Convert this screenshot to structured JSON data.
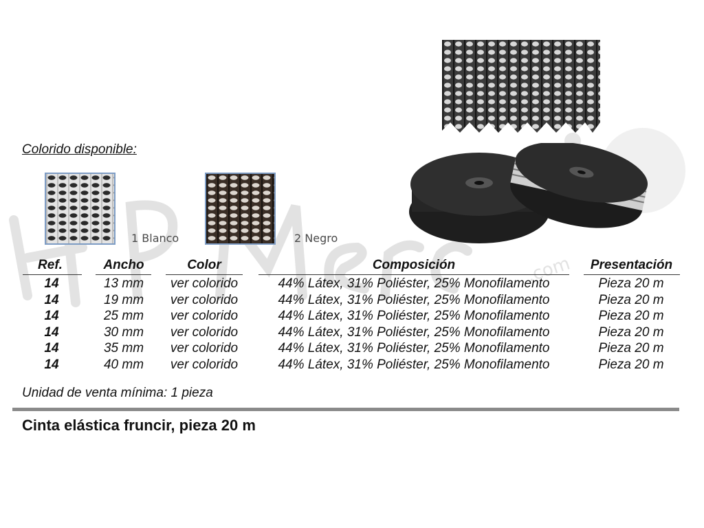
{
  "colorido": {
    "title": "Colorido disponible:",
    "swatches": [
      {
        "label": "1 Blanco"
      },
      {
        "label": "2 Negro"
      }
    ]
  },
  "table": {
    "headers": [
      "Ref.",
      "Ancho",
      "Color",
      "Composición",
      "Presentación"
    ],
    "rows": [
      {
        "ref": "14",
        "ancho": "13 mm",
        "color": "ver colorido",
        "composicion": "44% Látex, 31% Poliéster, 25% Monofilamento",
        "presentacion": "Pieza 20 m"
      },
      {
        "ref": "14",
        "ancho": "19 mm",
        "color": "ver colorido",
        "composicion": "44% Látex, 31% Poliéster, 25% Monofilamento",
        "presentacion": "Pieza 20 m"
      },
      {
        "ref": "14",
        "ancho": "25 mm",
        "color": "ver colorido",
        "composicion": "44% Látex, 31% Poliéster, 25% Monofilamento",
        "presentacion": "Pieza 20 m"
      },
      {
        "ref": "14",
        "ancho": "30 mm",
        "color": "ver colorido",
        "composicion": "44% Látex, 31% Poliéster, 25% Monofilamento",
        "presentacion": "Pieza 20 m"
      },
      {
        "ref": "14",
        "ancho": "35 mm",
        "color": "ver colorido",
        "composicion": "44% Látex, 31% Poliéster, 25% Monofilamento",
        "presentacion": "Pieza 20 m"
      },
      {
        "ref": "14",
        "ancho": "40 mm",
        "color": "ver colorido",
        "composicion": "44% Látex, 31% Poliéster, 25% Monofilamento",
        "presentacion": "Pieza 20 m"
      }
    ]
  },
  "min_unit": "Unidad de venta mínima: 1 pieza",
  "product_title": "Cinta elástica fruncir, pieza 20 m",
  "watermark": {
    "text": "HPMercería",
    "subtext": ".com"
  },
  "colors": {
    "swatch_border": "#7d9cc4",
    "divider": "#8a8a8a",
    "watermark": "#d9d9d9"
  }
}
